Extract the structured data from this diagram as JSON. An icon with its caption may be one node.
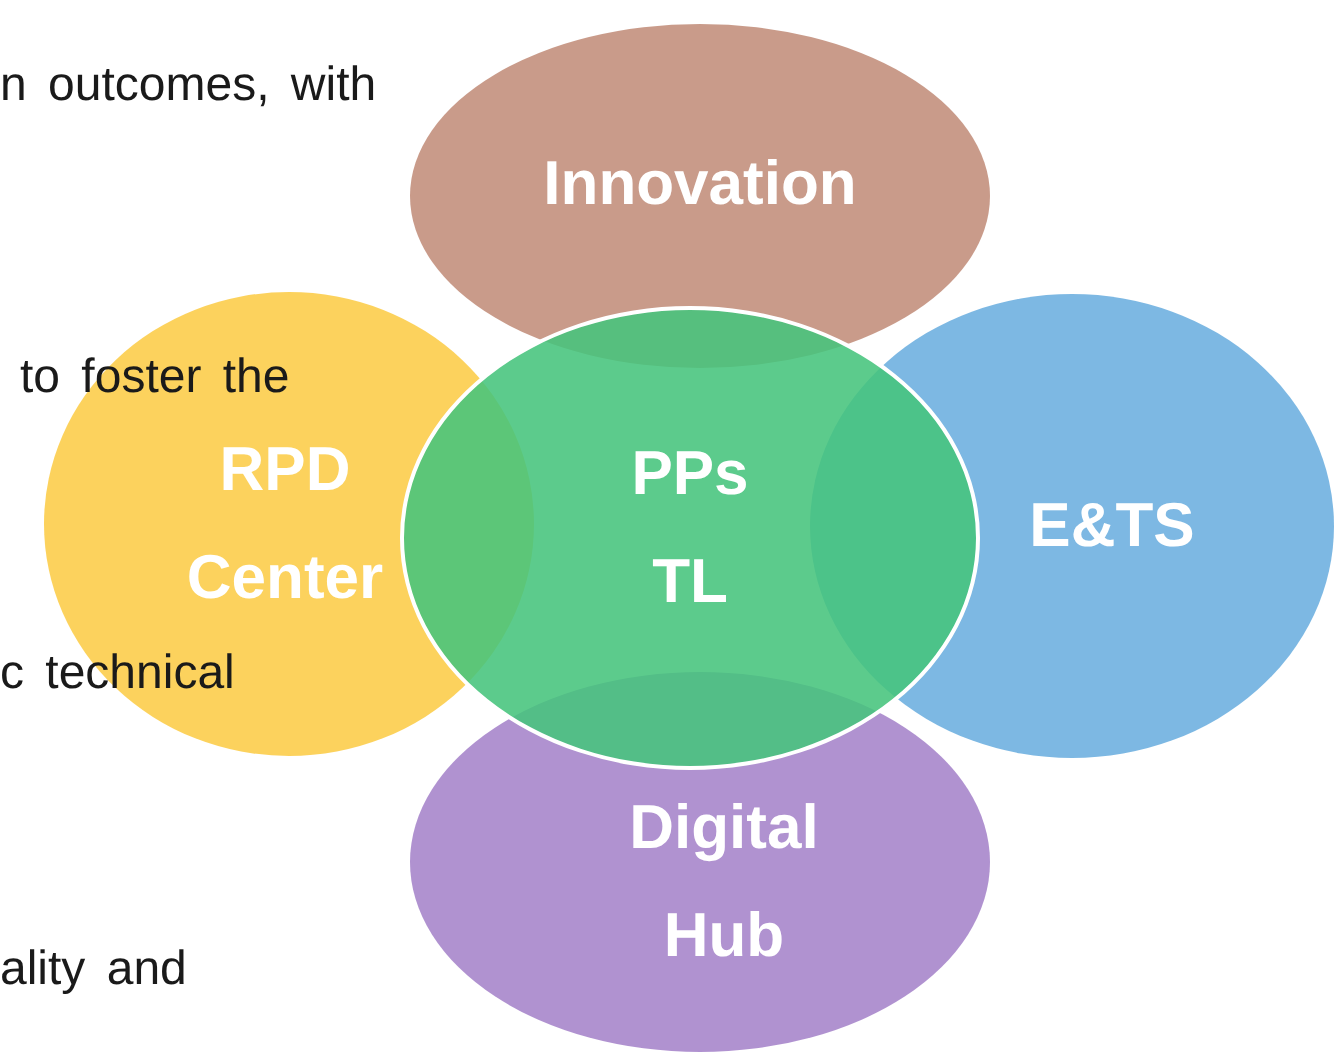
{
  "diagram": {
    "nodes": [
      {
        "text": [
          "Innovation"
        ]
      },
      {
        "text": [
          "RPD Center"
        ]
      },
      {
        "text": [
          "PPs TL"
        ]
      },
      {
        "text": [
          "E&TS"
        ]
      },
      {
        "text": [
          "Digital Hub"
        ]
      }
    ],
    "labels": [
      "n outcomes, with",
      "to foster the",
      "c technical",
      "ality and"
    ]
  }
}
